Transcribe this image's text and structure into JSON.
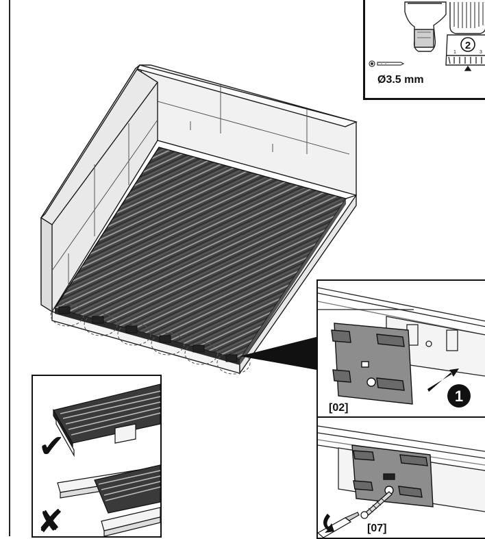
{
  "tool_panel": {
    "bit_size": "Ø3.5 mm",
    "torque_setting": "2",
    "torque_scale": [
      "1",
      "3"
    ]
  },
  "detail_top": {
    "part_label": "[02]",
    "step_number": "1"
  },
  "detail_bottom": {
    "part_label": "[07]"
  },
  "comparison": {
    "correct_mark": "✔",
    "wrong_mark": "✘"
  },
  "colors": {
    "outline": "#1a1a1a",
    "wall_fill": "#ececec",
    "board_dark": "#3a3a3a",
    "clip_fill": "#8d8d8d",
    "callout_fill": "#111111"
  }
}
